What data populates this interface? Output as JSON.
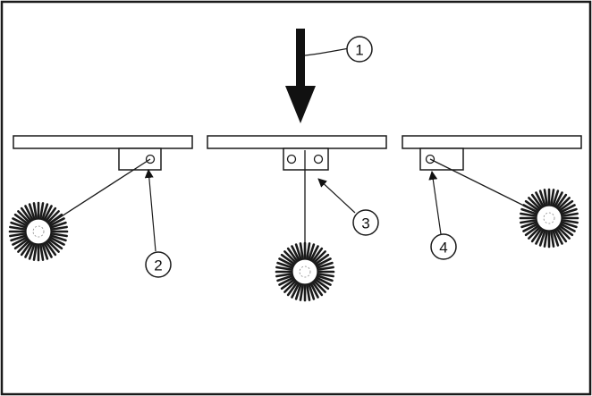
{
  "colors": {
    "stroke": "#1a1a1a",
    "background": "#ffffff",
    "arrow": "#111111"
  },
  "callouts": [
    {
      "id": "1",
      "label": "1"
    },
    {
      "id": "2",
      "label": "2"
    },
    {
      "id": "3",
      "label": "3"
    },
    {
      "id": "4",
      "label": "4"
    }
  ],
  "assemblies": [
    {
      "position": "left",
      "holes": 1,
      "brush": "outward-down"
    },
    {
      "position": "center",
      "holes": 2,
      "brush": "straight-down"
    },
    {
      "position": "right",
      "holes": 1,
      "brush": "outward-down"
    }
  ]
}
